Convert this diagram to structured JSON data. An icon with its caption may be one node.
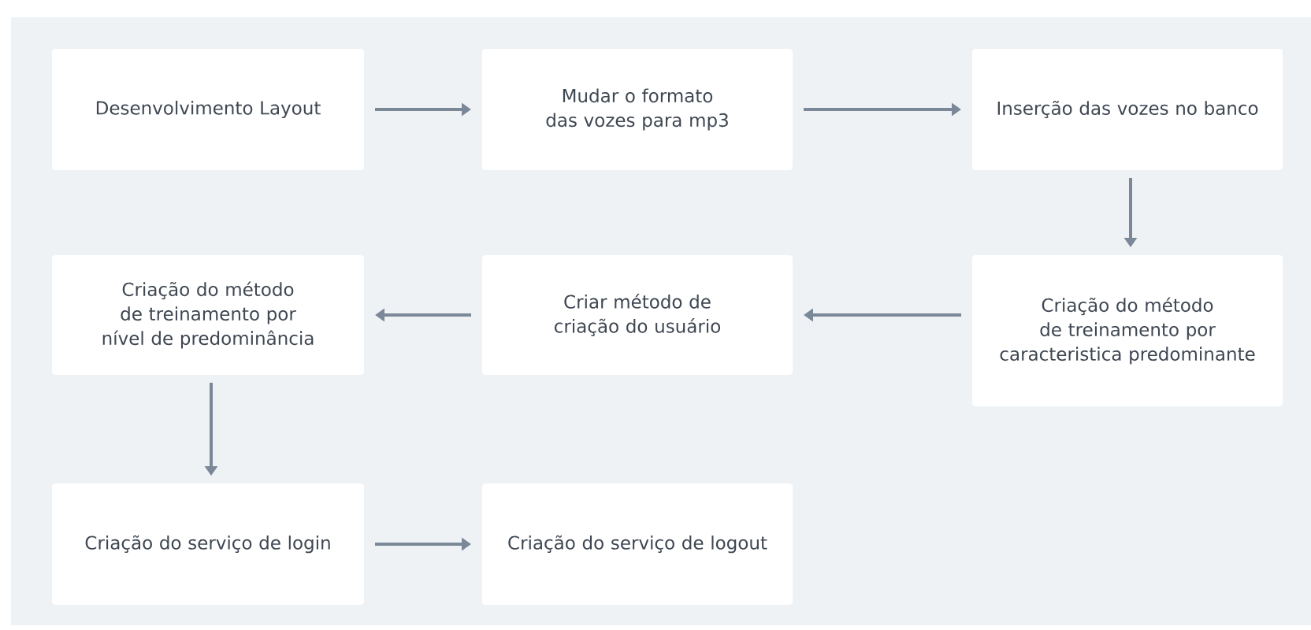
{
  "diagram": {
    "nodes": [
      {
        "text": [
          "Desenvolvimento Layout"
        ]
      },
      {
        "text": [
          "Mudar o formato das vozes para mp3"
        ]
      },
      {
        "text": [
          "Inserção das vozes no banco"
        ]
      },
      {
        "text": [
          "Criação do método de treinamento por caracteristica predominante"
        ]
      },
      {
        "text": [
          "Criar método de criação do usuário"
        ]
      },
      {
        "text": [
          "Criação do método de treinamento por nível de predominância"
        ]
      },
      {
        "text": [
          "Criação do serviço de login"
        ]
      },
      {
        "text": [
          "Criação do serviço de logout"
        ]
      }
    ],
    "edges": [
      {
        "from": 0,
        "to": 1,
        "arrow": "to"
      },
      {
        "from": 1,
        "to": 2,
        "arrow": "to"
      },
      {
        "from": 2,
        "to": 3,
        "arrow": "to"
      },
      {
        "from": 3,
        "to": 4,
        "arrow": "to"
      },
      {
        "from": 4,
        "to": 5,
        "arrow": "to"
      },
      {
        "from": 5,
        "to": 6,
        "arrow": "to"
      },
      {
        "from": 6,
        "to": 7,
        "arrow": "to"
      }
    ]
  }
}
